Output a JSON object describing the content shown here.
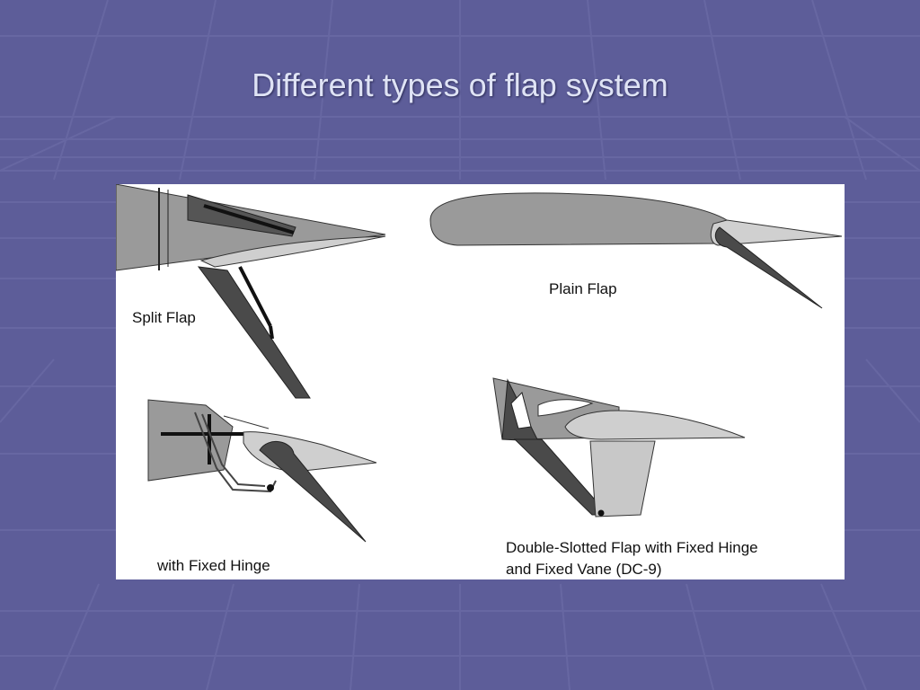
{
  "slide": {
    "title": "Different types of flap system"
  },
  "figure": {
    "split_flap_label": "Split Flap",
    "plain_flap_label": "Plain Flap",
    "slotted_fixed_hinge_label": "with Fixed Hinge",
    "double_slotted_label_line1": "Double-Slotted Flap with Fixed Hinge",
    "double_slotted_label_line2": "and Fixed Vane  (DC-9)"
  },
  "colors": {
    "background": "#5d5d99",
    "grid_line": "#7a7ab2",
    "title_text": "#dfe3f5",
    "panel": "#ffffff",
    "wing_gray": "#9a9a9a",
    "flap_dark": "#4a4a4a",
    "light_gray": "#c8c8c8"
  }
}
